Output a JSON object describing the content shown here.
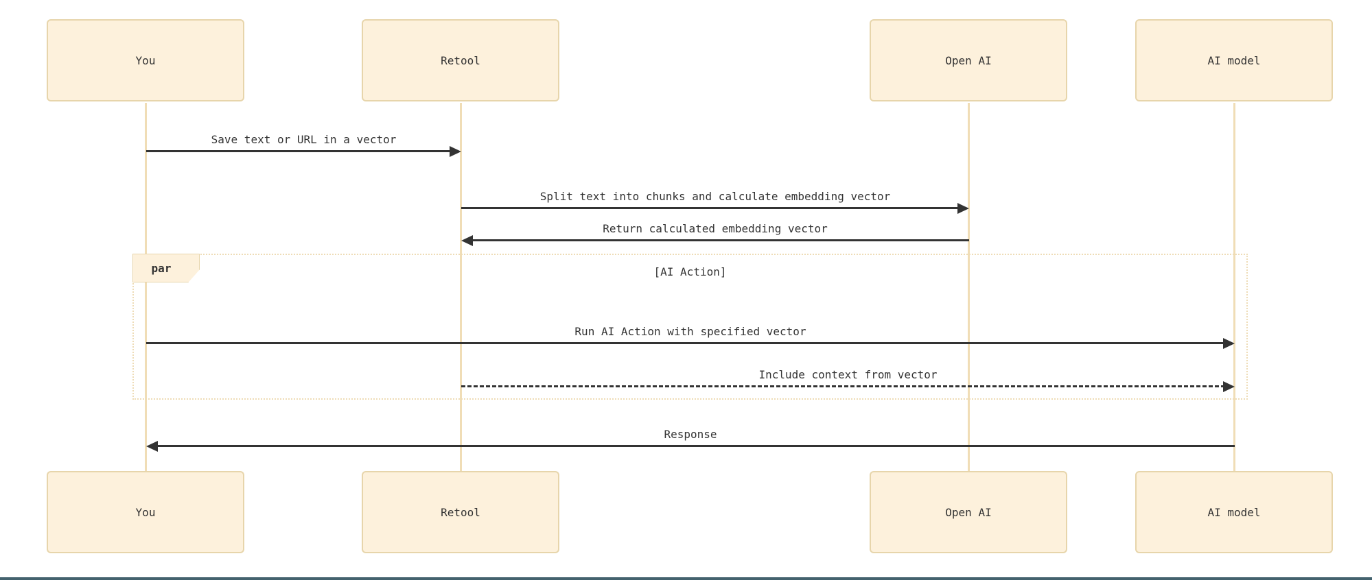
{
  "diagram": {
    "type": "sequence-diagram",
    "actors": [
      {
        "id": "you",
        "label": "You"
      },
      {
        "id": "retool",
        "label": "Retool"
      },
      {
        "id": "openai",
        "label": "Open AI"
      },
      {
        "id": "aimodel",
        "label": "AI model"
      }
    ],
    "messages": [
      {
        "from": "You",
        "to": "Retool",
        "label": "Save text or URL in a vector",
        "line": "solid",
        "direction": "right"
      },
      {
        "from": "Retool",
        "to": "Open AI",
        "label": "Split text into chunks and calculate embedding vector",
        "line": "solid",
        "direction": "right"
      },
      {
        "from": "Open AI",
        "to": "Retool",
        "label": "Return calculated embedding vector",
        "line": "solid",
        "direction": "left"
      },
      {
        "from": "You",
        "to": "AI model",
        "label": "Run AI Action with specified vector",
        "line": "solid",
        "direction": "right"
      },
      {
        "from": "Retool",
        "to": "AI model",
        "label": "Include context from vector",
        "line": "dashed",
        "direction": "right"
      },
      {
        "from": "AI model",
        "to": "You",
        "label": "Response",
        "line": "solid",
        "direction": "left"
      }
    ],
    "par_block": {
      "keyword": "par",
      "section_label": "[AI Action]"
    },
    "colors": {
      "actor_fill": "#fdf1dc",
      "actor_border": "#e7d5ab",
      "lifeline": "#f0ddb6",
      "frame_border": "#eedcb6",
      "text": "#333333",
      "arrow": "#333333",
      "bottom_bar": "#44626e",
      "background": "#ffffff"
    }
  }
}
